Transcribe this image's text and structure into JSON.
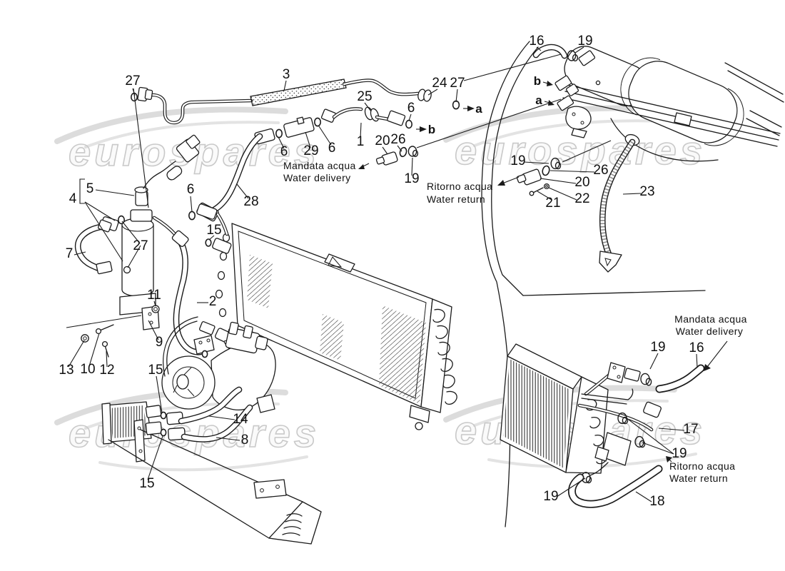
{
  "watermark": {
    "text": "eurospares"
  },
  "diagram": {
    "phrases": {
      "mandata_it": "Mandata acqua",
      "mandata_en": "Water delivery",
      "ritorno_it": "Ritorno acqua",
      "ritorno_en": "Water return"
    },
    "refs": {
      "a": "a",
      "b": "b"
    },
    "callouts": {
      "c27_pipe_inlet": "27",
      "c3": "3",
      "c25": "25",
      "c24": "24",
      "c27_pipe_end": "27",
      "c6_pipe_end": "6",
      "c6_union_left": "6",
      "c29": "29",
      "c6_union_right": "6",
      "c1": "1",
      "c20_delivery": "20",
      "c26_delivery": "26",
      "c19_delivery": "19",
      "c16_engine": "16",
      "c19_engine": "19",
      "c28": "28",
      "c5": "5",
      "c4": "4",
      "c7": "7",
      "c27_drier": "27",
      "c6_drier": "6",
      "c15_condenser": "15",
      "c2": "2",
      "c11": "11",
      "c9": "9",
      "c13": "13",
      "c10": "10",
      "c12": "12",
      "c15_evap_top": "15",
      "c14": "14",
      "c8": "8",
      "c15_evap_bottom": "15",
      "c23": "23",
      "c19_return": "19",
      "c26_return": "26",
      "c20_return": "20",
      "c21": "21",
      "c22": "22",
      "c19_core_top": "19",
      "c16_core": "16",
      "c17": "17",
      "c19_core_mid": "19",
      "c19_core_bottom": "19",
      "c18": "18"
    }
  }
}
